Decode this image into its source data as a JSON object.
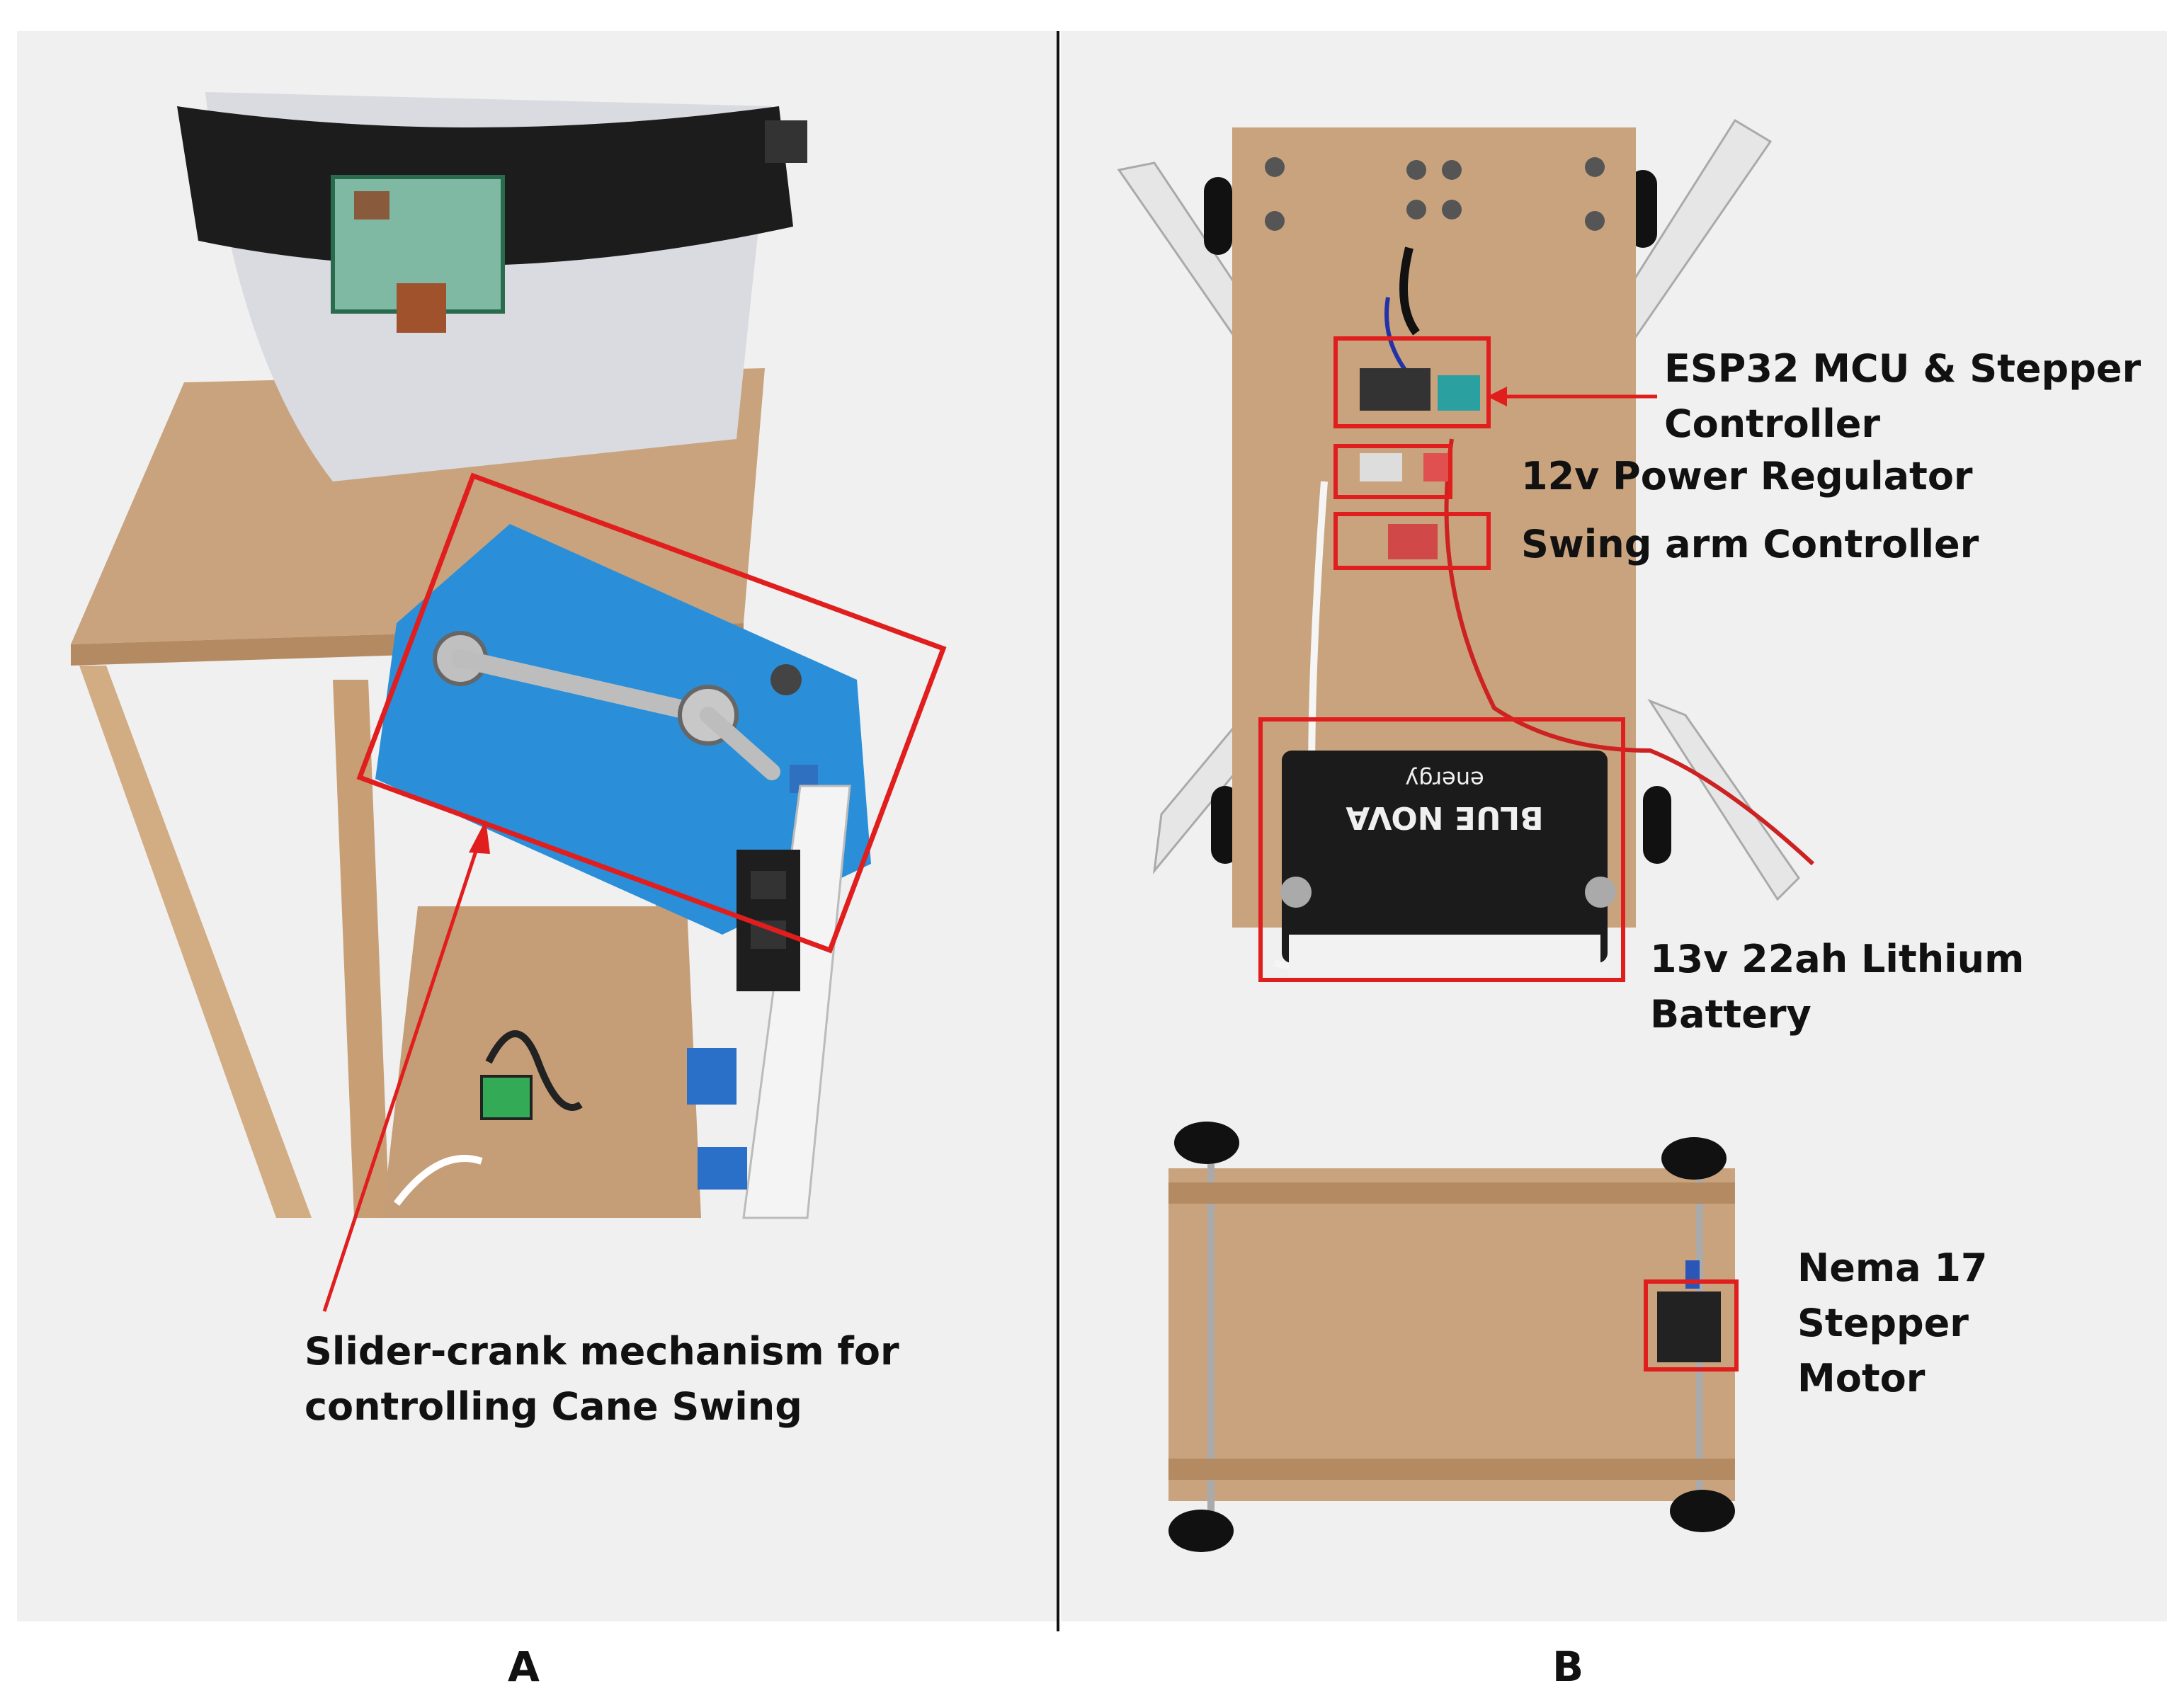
{
  "colors": {
    "panel_bg": "#f0f0f0",
    "highlight_red": "#e01e1e",
    "wood": "#c9a37d",
    "aluminum_blue": "#2a8fd8",
    "belt_black": "#1c1c1c"
  },
  "panel_a": {
    "letter": "A",
    "callout_label": "Slider-crank mechanism for\ncontrolling Cane Swing"
  },
  "panel_b": {
    "letter": "B",
    "labels": {
      "esp32": "ESP32 MCU & Stepper\nController",
      "power": "12v Power Regulator",
      "swing": "Swing arm Controller",
      "battery": "13v 22ah  Lithium Battery",
      "motor": "Nema 17\nStepper\nMotor"
    },
    "battery_brand": "BLUE NOVA",
    "battery_sub": "energy"
  }
}
